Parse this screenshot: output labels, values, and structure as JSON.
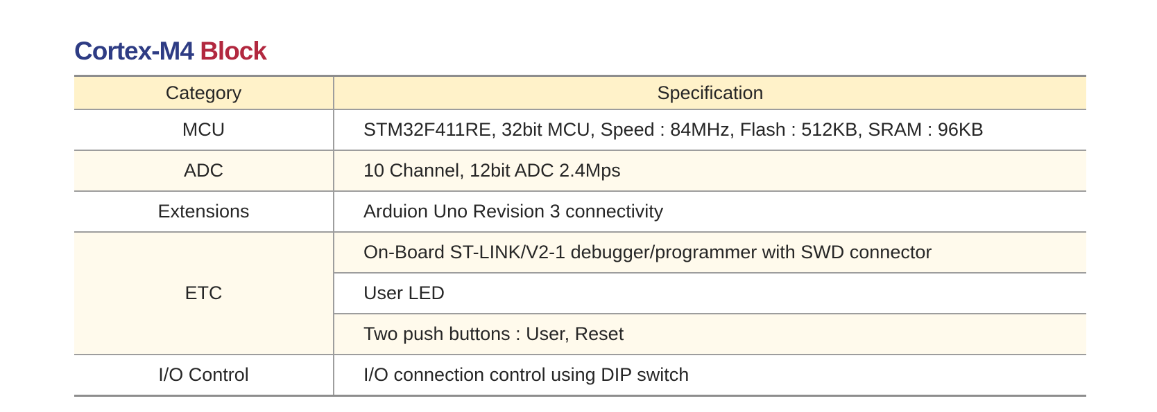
{
  "title": {
    "part_a": "Cortex-M4",
    "part_b": "Block"
  },
  "table": {
    "headers": {
      "category": "Category",
      "specification": "Specification"
    },
    "rows": [
      {
        "category": "MCU",
        "specs": [
          "STM32F411RE, 32bit MCU, Speed : 84MHz, Flash : 512KB, SRAM : 96KB"
        ]
      },
      {
        "category": "ADC",
        "specs": [
          "10 Channel, 12bit ADC 2.4Mps"
        ]
      },
      {
        "category": "Extensions",
        "specs": [
          "Arduion Uno Revision 3 connectivity"
        ]
      },
      {
        "category": "ETC",
        "specs": [
          "On-Board ST-LINK/V2-1 debugger/programmer with SWD connector",
          "User LED",
          "Two push buttons : User, Reset"
        ]
      },
      {
        "category": "I/O Control",
        "specs": [
          "I/O connection control using DIP switch"
        ]
      }
    ]
  },
  "colors": {
    "title_blue": "#2e3c84",
    "title_red": "#b2283f",
    "header_bg": "#fff2c9",
    "row_alt_bg": "#fffaec",
    "rule": "#9d9d9d"
  }
}
